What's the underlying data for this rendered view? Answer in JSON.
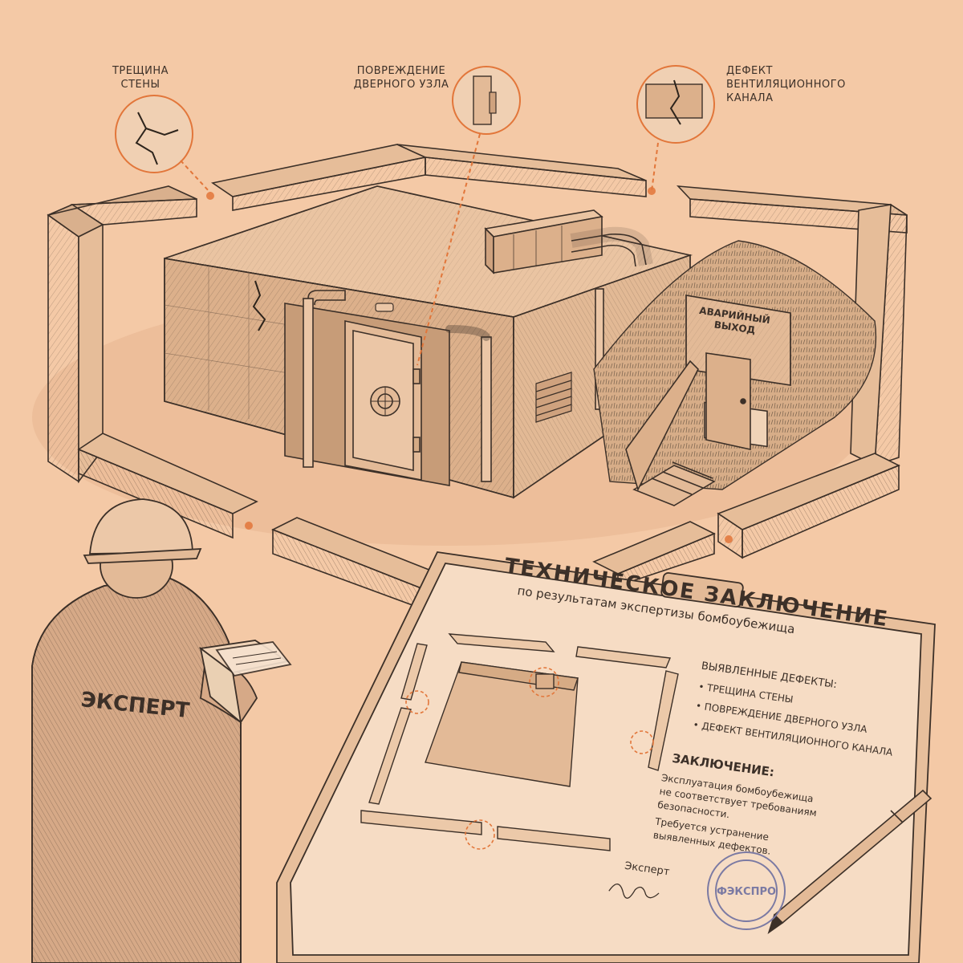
{
  "callouts": {
    "wall_crack": [
      "ТРЕЩИНА",
      "СТЕНЫ"
    ],
    "door_damage": [
      "ПОВРЕЖДЕНИЕ",
      "ДВЕРНОГО УЗЛА"
    ],
    "vent_defect": [
      "ДЕФЕКТ",
      "ВЕНТИЛЯЦИОННОГО",
      "КАНАЛА"
    ]
  },
  "emergency_exit_sign": [
    "АВАРИЙНЫЙ",
    "ВЫХОД"
  ],
  "expert_back_label": "ЭКСПЕРТ",
  "report": {
    "title": "ТЕХНИЧЕСКОЕ ЗАКЛЮЧЕНИЕ",
    "subtitle": "по результатам экспертизы бомбоубежища",
    "defects_heading": "ВЫЯВЛЕННЫЕ ДЕФЕКТЫ:",
    "defects": [
      "ТРЕЩИНА СТЕНЫ",
      "ПОВРЕЖДЕНИЕ ДВЕРНОГО УЗЛА",
      "ДЕФЕКТ ВЕНТИЛЯЦИОННОГО КАНАЛА"
    ],
    "conclusion_heading": "ЗАКЛЮЧЕНИЕ:",
    "conclusion_lines": [
      "Эксплуатация бомбоубежища",
      "не соответствует требованиям",
      "безопасности.",
      "Требуется устранение",
      "выявленных дефектов."
    ],
    "expert_label": "Эксперт",
    "stamp": "ФЭКСПРО"
  },
  "colors": {
    "background": "#f4c9a6",
    "ink": "#3c3028",
    "accent": "#e2763a"
  }
}
